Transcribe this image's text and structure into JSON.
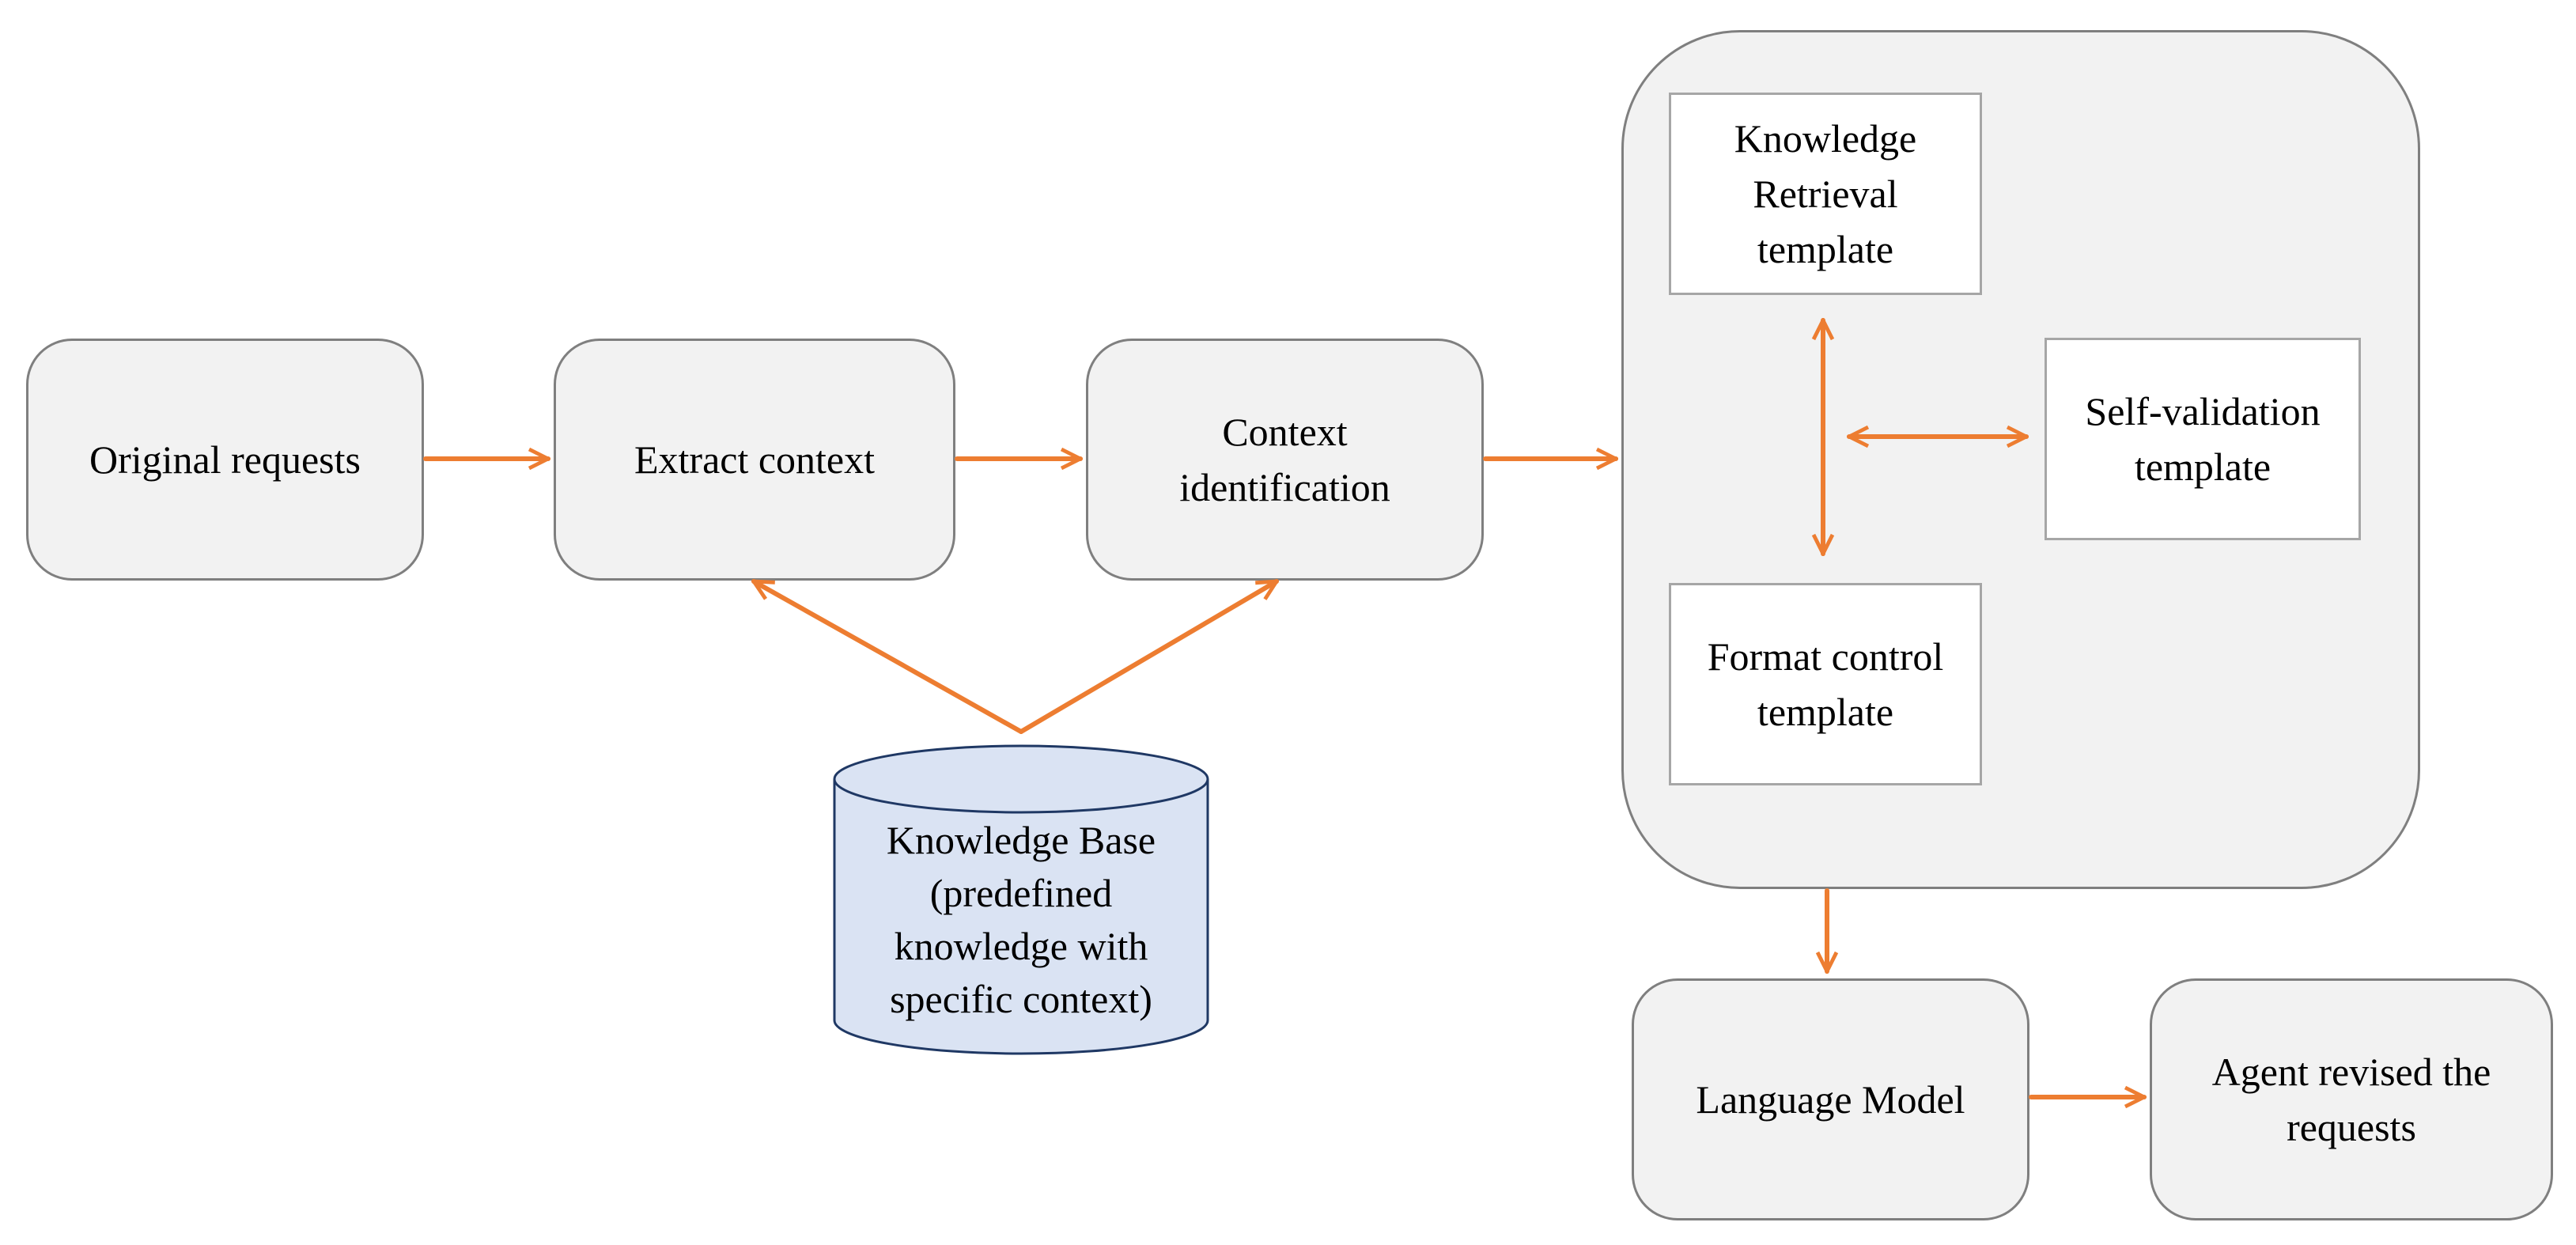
{
  "diagram": {
    "nodes": {
      "original_requests": "Original requests",
      "extract_context": "Extract context",
      "context_identification": "Context\nidentification",
      "knowledge_base": "Knowledge Base\n(predefined\nknowledge with\nspecific context)",
      "knowledge_retrieval_template": "Knowledge\nRetrieval\ntemplate",
      "self_validation_template": "Self-validation\ntemplate",
      "format_control_template": "Format control\ntemplate",
      "language_model": "Language Model",
      "agent_revised": "Agent revised the\nrequests"
    },
    "colors": {
      "arrow": "#ed7d31",
      "node_fill": "#f2f2f2",
      "node_border": "#7f7f7f",
      "database_border": "#1f3864",
      "database_fill": "#dae3f3"
    }
  }
}
